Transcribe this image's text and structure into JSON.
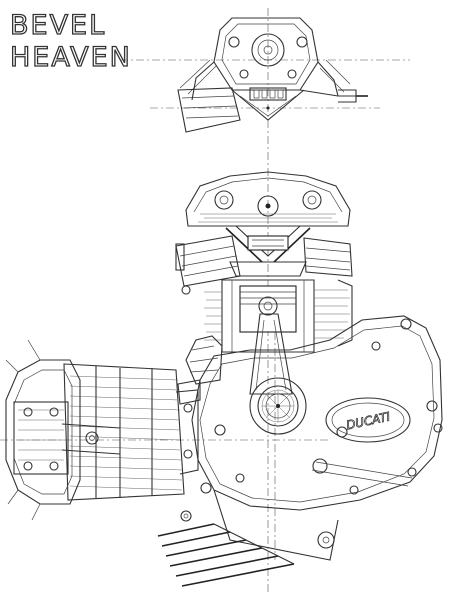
{
  "logo": {
    "line1": "BEVEL",
    "line2": "HEAVEN"
  },
  "drawing": {
    "case_lettering": "DUCATI",
    "stroke_color": "#222222",
    "background": "#ffffff"
  }
}
